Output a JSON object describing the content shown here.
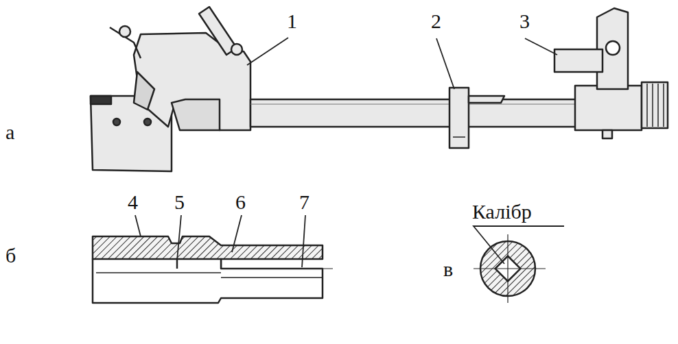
{
  "diagram": {
    "labels": [
      "1",
      "2",
      "3",
      "а",
      "4",
      "5",
      "6",
      "7",
      "б",
      "Калібр",
      "в"
    ]
  }
}
